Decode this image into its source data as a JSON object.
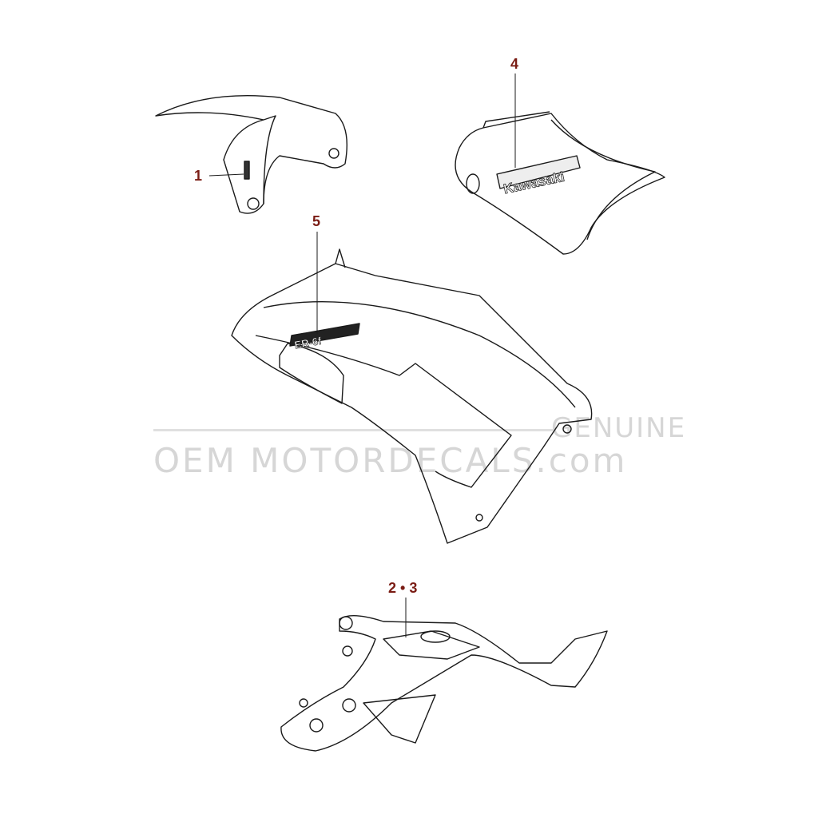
{
  "diagram": {
    "callouts": [
      {
        "id": "1",
        "label": "1"
      },
      {
        "id": "2-3",
        "label": "2 • 3"
      },
      {
        "id": "4",
        "label": "4"
      },
      {
        "id": "5",
        "label": "5"
      }
    ],
    "decal_texts": {
      "tank": "Kawasaki",
      "fairing": "ER-6f"
    },
    "callout_color": "#7a1c14",
    "line_color": "#1a1a1a"
  },
  "watermark": {
    "line1": "GENUINE",
    "line2": "OEM MOTORDECALS.com"
  }
}
